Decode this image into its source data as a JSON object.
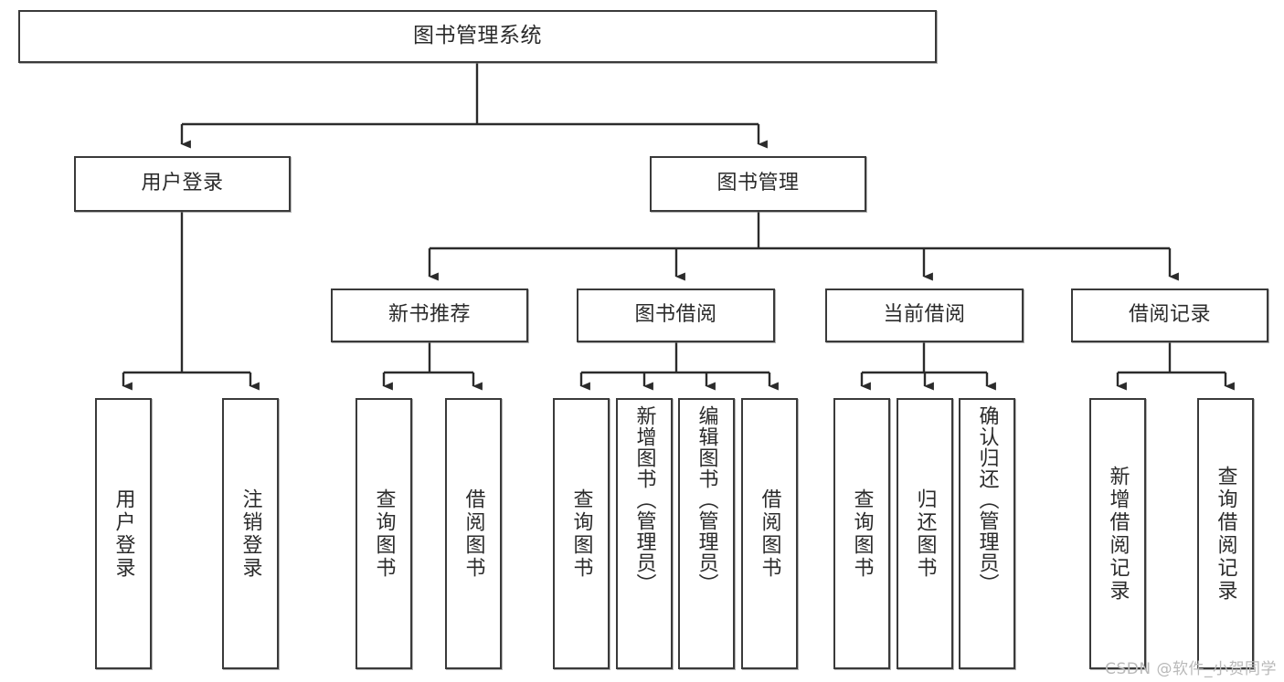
{
  "diagram": {
    "title": "图书管理系统",
    "type": "functional-structure-tree",
    "watermark": "CSDN @软件_小贺同学",
    "colors": {
      "box_border": "#3a3a3a",
      "box_fill": "#ffffff",
      "connector": "#2b2b2b",
      "text": "#2b2b2b",
      "watermark": "#b9b9b9"
    },
    "levels": {
      "root": {
        "label": "图书管理系统"
      },
      "level2": [
        {
          "label": "用户登录"
        },
        {
          "label": "图书管理"
        }
      ],
      "level3": [
        {
          "label": "新书推荐",
          "parent": "图书管理"
        },
        {
          "label": "图书借阅",
          "parent": "图书管理"
        },
        {
          "label": "当前借阅",
          "parent": "图书管理"
        },
        {
          "label": "借阅记录",
          "parent": "图书管理"
        }
      ],
      "leaves": [
        {
          "label": "用户登录",
          "parent": "用户登录"
        },
        {
          "label": "注销登录",
          "parent": "用户登录"
        },
        {
          "label": "查询图书",
          "parent": "新书推荐"
        },
        {
          "label": "借阅图书",
          "parent": "新书推荐"
        },
        {
          "label": "查询图书",
          "parent": "图书借阅"
        },
        {
          "label": "新增图书（管理员）",
          "parent": "图书借阅"
        },
        {
          "label": "编辑图书（管理员）",
          "parent": "图书借阅"
        },
        {
          "label": "借阅图书",
          "parent": "图书借阅"
        },
        {
          "label": "查询图书",
          "parent": "当前借阅"
        },
        {
          "label": "归还图书",
          "parent": "当前借阅"
        },
        {
          "label": "确认归还（管理员）",
          "parent": "当前借阅"
        },
        {
          "label": "新增借阅记录",
          "parent": "借阅记录"
        },
        {
          "label": "查询借阅记录",
          "parent": "借阅记录"
        }
      ]
    }
  }
}
